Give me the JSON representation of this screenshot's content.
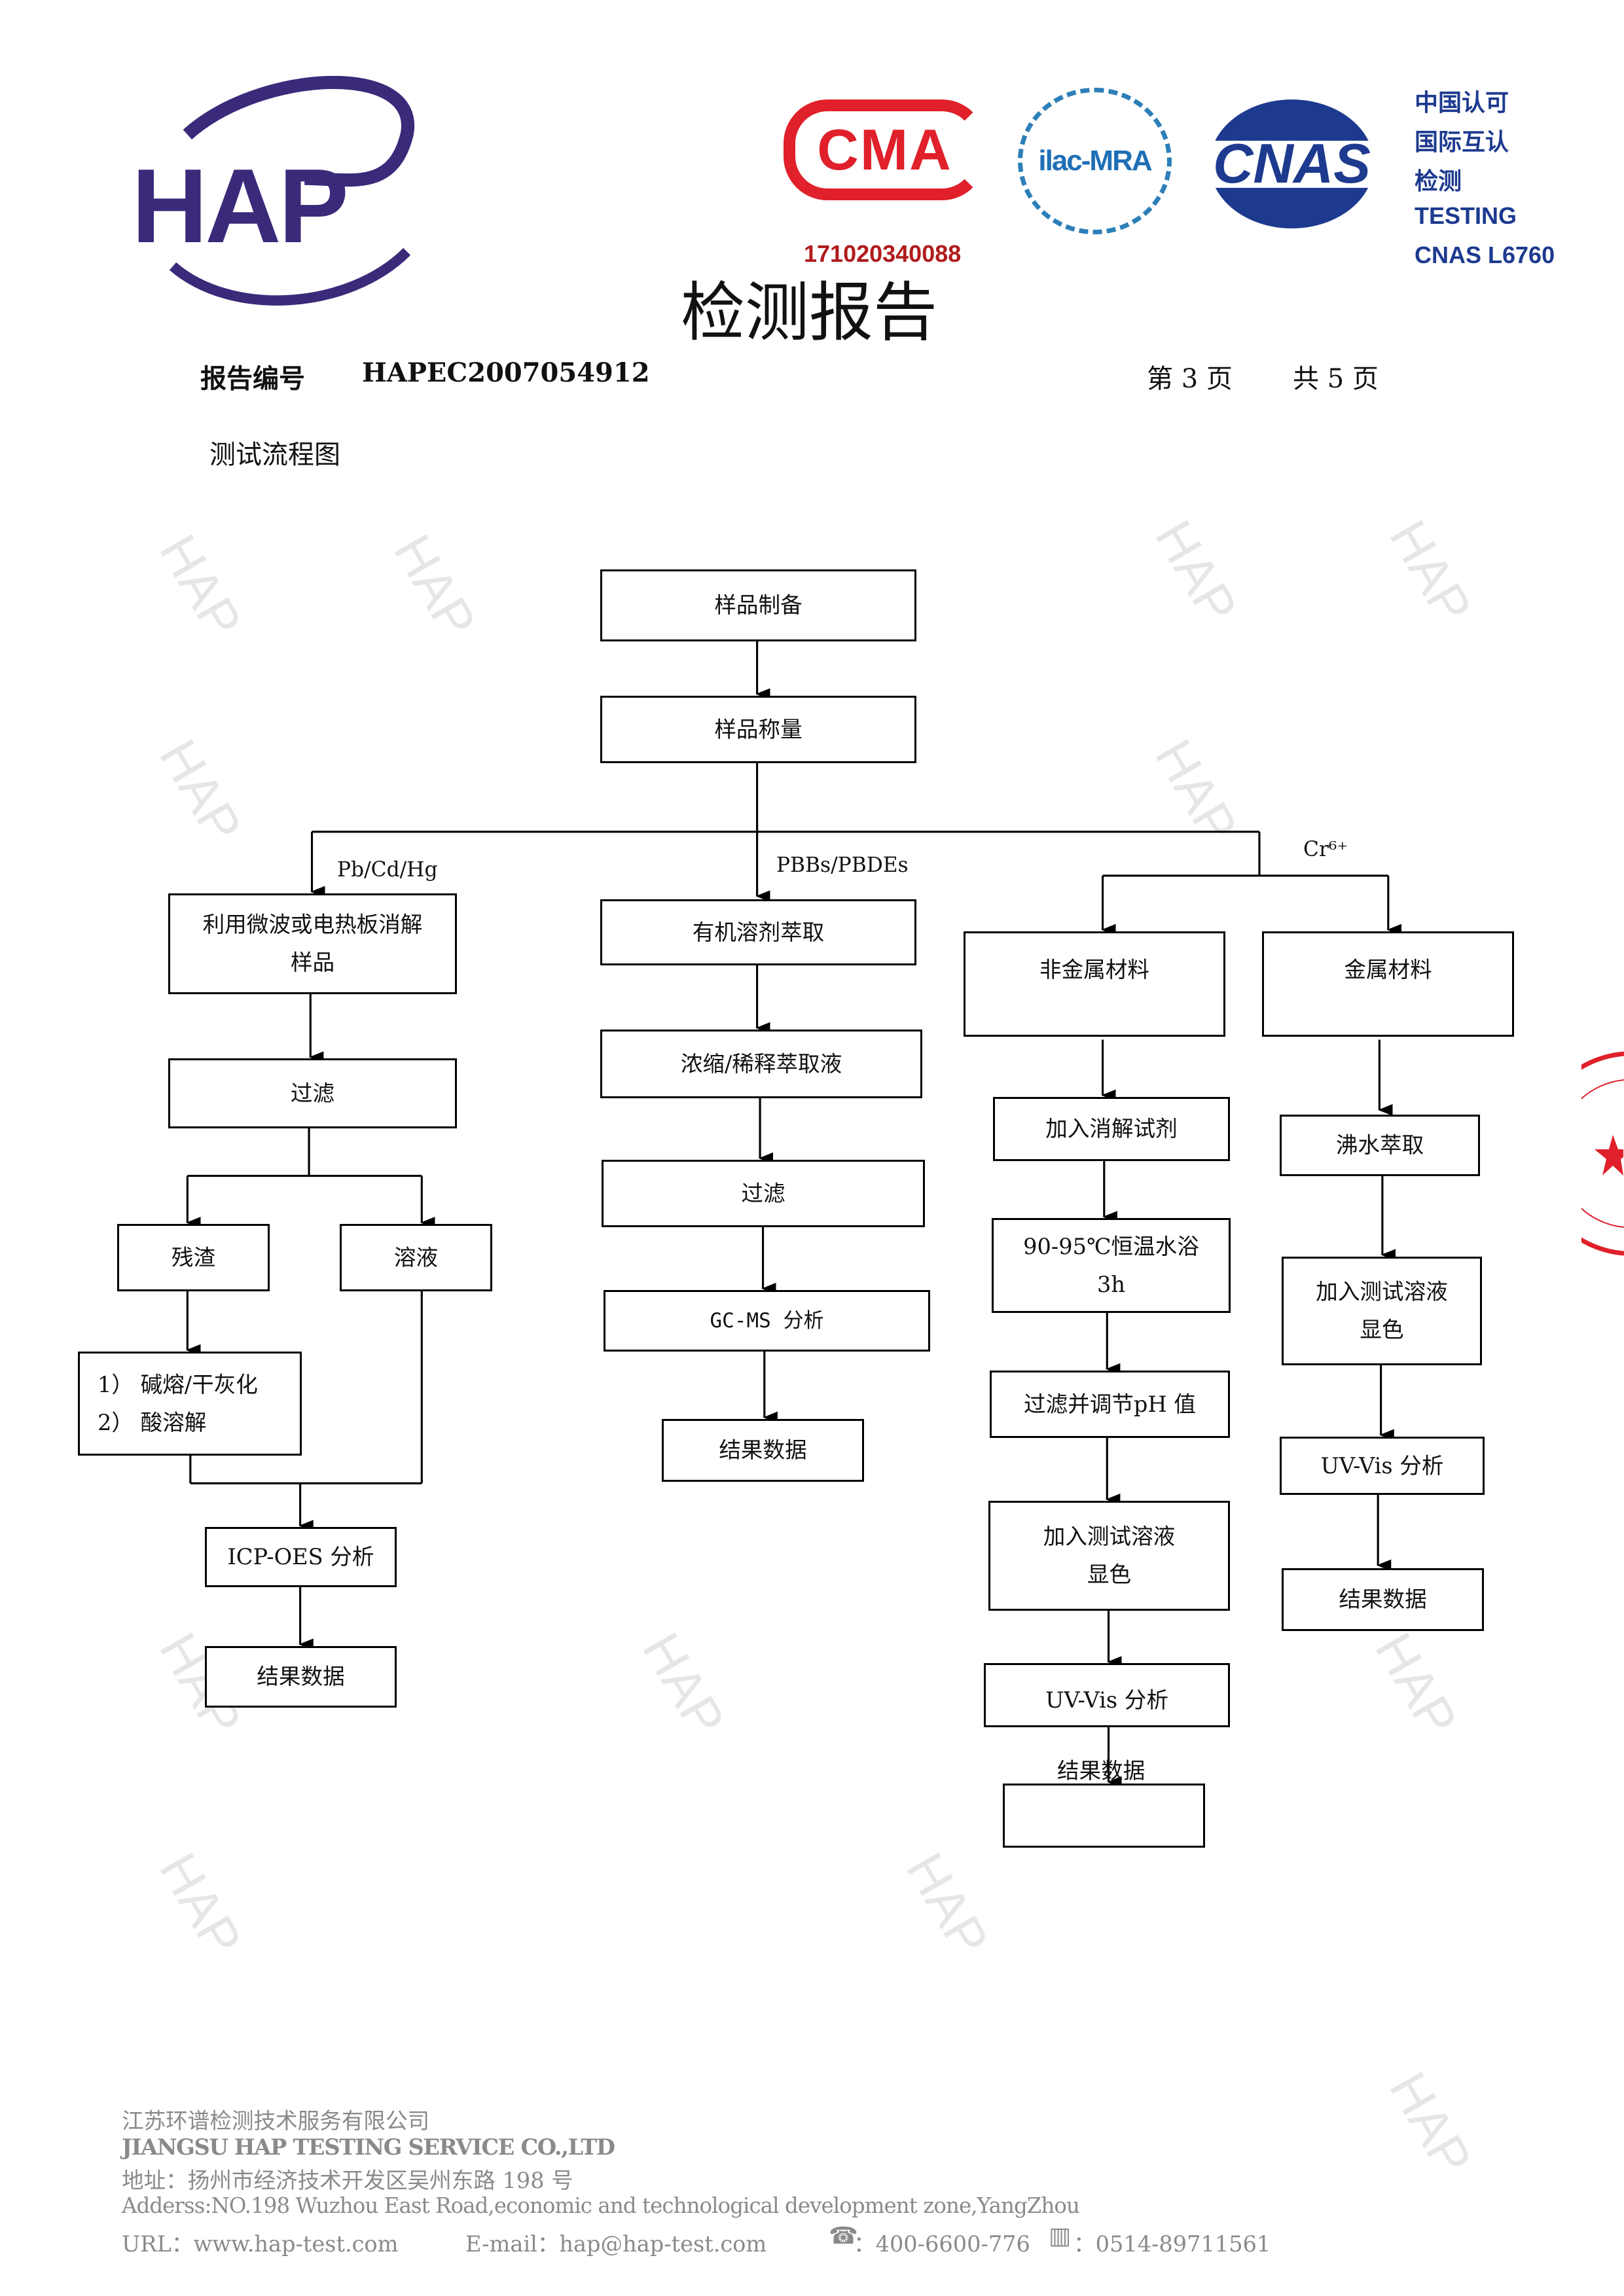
{
  "header": {
    "logo_text": "HAP",
    "cma_text": "CMA",
    "ilac_text": "ilac-MRA",
    "cnas_text": "CNAS",
    "cma_number": "171020340088",
    "accreditation": [
      "中国认可",
      "国际互认",
      "检测",
      "TESTING",
      "CNAS L6760"
    ],
    "title": "检测报告",
    "report_no_label": "报告编号",
    "report_no": "HAPEC2007054912",
    "page_current": "第 3 页",
    "page_total": "共 5 页"
  },
  "section_title": "测试流程图",
  "flow": {
    "start": "样品制备",
    "weigh": "样品称量",
    "branch_labels": {
      "heavy_metals": "Pb/Cd/Hg",
      "bromine": "PBBs/PBDEs",
      "chromium": "Cr⁶⁺"
    },
    "heavy_metals": {
      "digest": [
        "利用微波或电热板消解",
        "样品"
      ],
      "filter": "过滤",
      "residue": "残渣",
      "solution": "溶液",
      "residue_treatment": [
        "1） 碱熔/干灰化",
        "2） 酸溶解"
      ],
      "analysis": "ICP-OES 分析",
      "result": "结果数据"
    },
    "bromine": {
      "extract": "有机溶剂萃取",
      "concentrate": "浓缩/稀释萃取液",
      "filter": "过滤",
      "analysis": "GC-MS 分析",
      "result": "结果数据"
    },
    "nonmetal": {
      "material": "非金属材料",
      "reagent": "加入消解试剂",
      "bath": [
        "90-95℃恒温水浴",
        "3h"
      ],
      "ph": "过滤并调节pH 值",
      "color": [
        "加入测试溶液",
        "显色"
      ],
      "analysis": "UV-Vis 分析",
      "result": "结果数据"
    },
    "metal": {
      "material": "金属材料",
      "boil": "沸水萃取",
      "color": [
        "加入测试溶液",
        "显色"
      ],
      "analysis": "UV-Vis 分析",
      "result": "结果数据"
    }
  },
  "footer": {
    "company_cn": "江苏环谱检测技术服务有限公司",
    "company_en": "JIANGSU HAP TESTING SERVICE CO.,LTD",
    "address_cn": "地址：扬州市经济技术开发区吴州东路 198 号",
    "address_en": "Adderss:NO.198 Wuzhou East Road,economic and technological development zone,YangZhou",
    "url": "URL：www.hap-test.com",
    "email": "E-mail：hap@hap-test.com",
    "phone": "：400-6600-776",
    "fax": "：0514-89711561"
  },
  "colors": {
    "accent_blue": "#1d3a8f",
    "cma_red": "#e0202a",
    "hap_purple": "#3b2a7a"
  }
}
